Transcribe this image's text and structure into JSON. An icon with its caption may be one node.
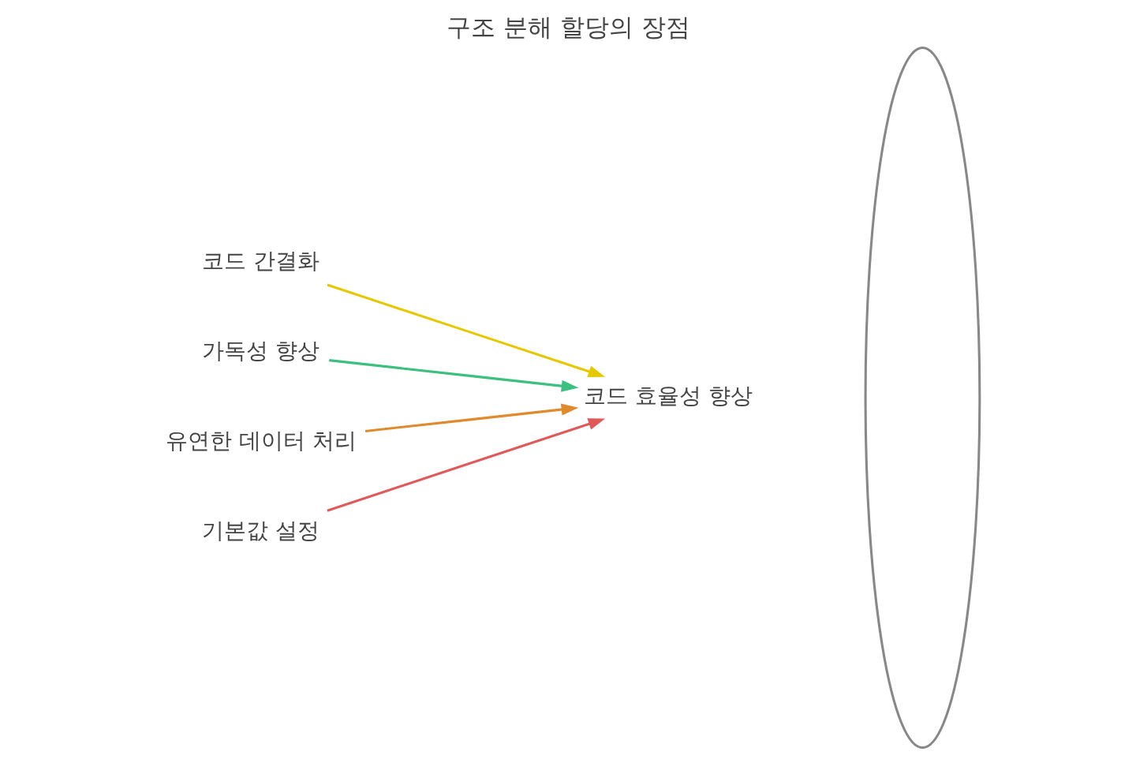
{
  "diagram": {
    "title": "구조 분해 할당의 장점",
    "nodes": [
      {
        "text": [
          "코드 간결화"
        ]
      },
      {
        "text": [
          "가독성 향상"
        ]
      },
      {
        "text": [
          "유연한 데이터 처리"
        ]
      },
      {
        "text": [
          "기본값 설정"
        ]
      },
      {
        "text": [],
        "shape": "lens"
      },
      {
        "text": [
          "코드 효율성 향상"
        ]
      }
    ],
    "edges": [
      {
        "from": 0,
        "to": 5,
        "arrow": "to",
        "color": "#e5c800"
      },
      {
        "from": 1,
        "to": 5,
        "arrow": "to",
        "color": "#3cc07f"
      },
      {
        "from": 2,
        "to": 5,
        "arrow": "to",
        "color": "#e08a2e"
      },
      {
        "from": 3,
        "to": 5,
        "arrow": "to",
        "color": "#e05a5a"
      }
    ]
  }
}
